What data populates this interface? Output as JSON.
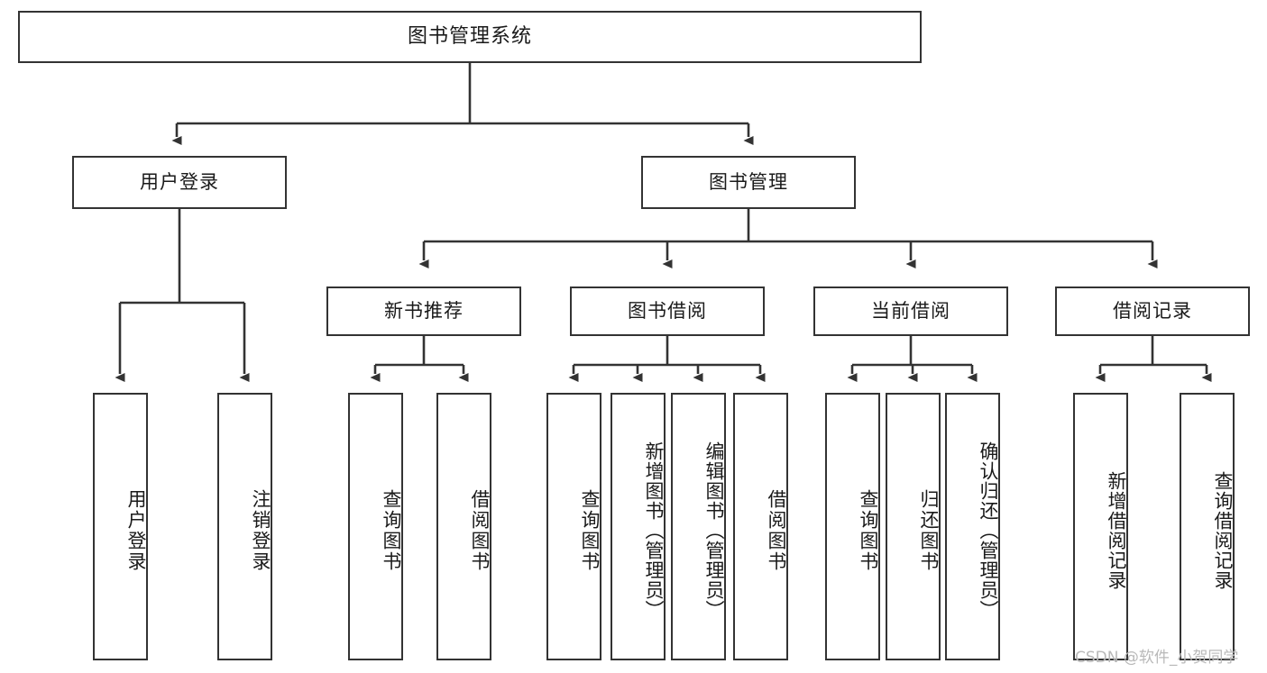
{
  "diagram": {
    "title": "图书管理系统",
    "type": "hierarchy-tree",
    "line_color": "#333333",
    "box_fill": "#ffffff",
    "text_color": "#1a1a1a",
    "root": {
      "label": "图书管理系统"
    },
    "level2": [
      {
        "label": "用户登录"
      },
      {
        "label": "图书管理"
      }
    ],
    "level3": [
      {
        "label": "新书推荐"
      },
      {
        "label": "图书借阅"
      },
      {
        "label": "当前借阅"
      },
      {
        "label": "借阅记录"
      }
    ],
    "leaves": {
      "user_login": [
        {
          "label": "用户登录"
        },
        {
          "label": "注销登录"
        }
      ],
      "new_book_recommend": [
        {
          "label": "查询图书"
        },
        {
          "label": "借阅图书"
        }
      ],
      "book_borrow": [
        {
          "label": "查询图书"
        },
        {
          "label": "新增图书（管理员）"
        },
        {
          "label": "编辑图书（管理员）"
        },
        {
          "label": "借阅图书"
        }
      ],
      "current_borrow": [
        {
          "label": "查询图书"
        },
        {
          "label": "归还图书"
        },
        {
          "label": "确认归还（管理员）"
        }
      ],
      "borrow_record": [
        {
          "label": "新增借阅记录"
        },
        {
          "label": "查询借阅记录"
        }
      ]
    }
  },
  "watermark": {
    "text": "CSDN @软件_小贺同学",
    "color": "#b9b9b9"
  }
}
